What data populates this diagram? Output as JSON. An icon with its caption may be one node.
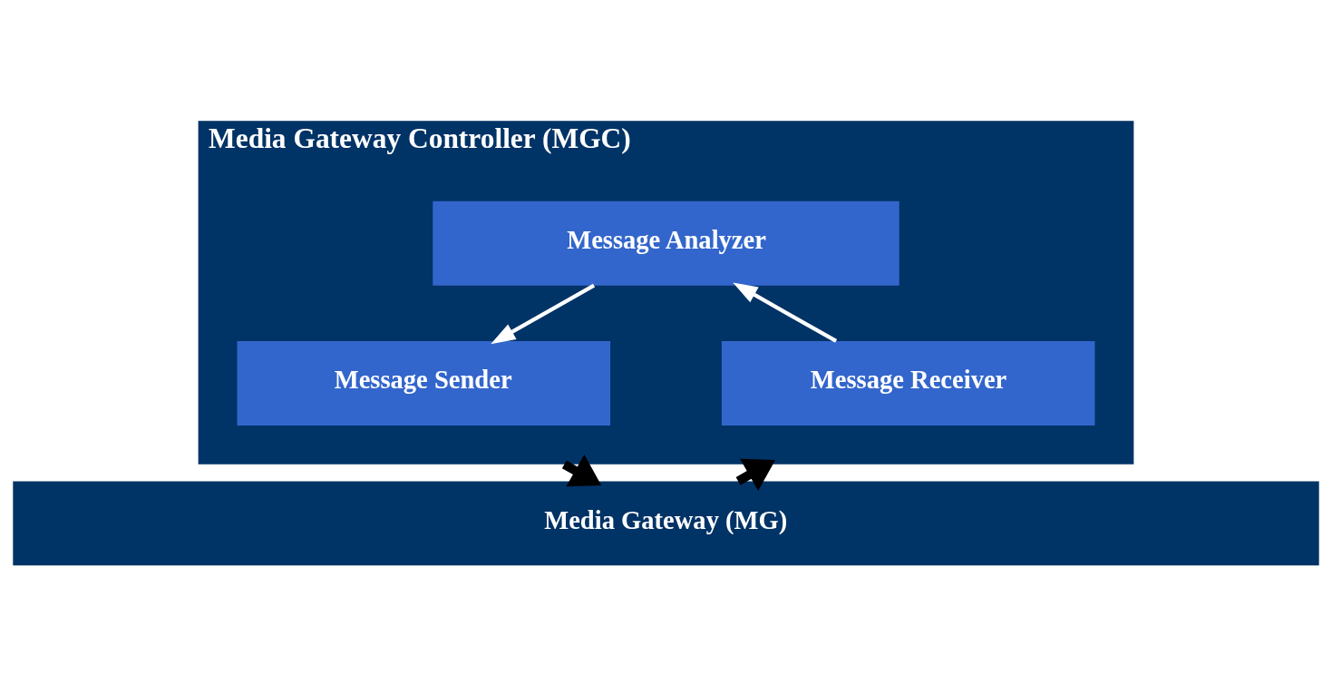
{
  "diagram": {
    "nodes": [
      {
        "text": [
          "Media Gateway Controller (MGC)"
        ]
      },
      {
        "text": [
          "Message Analyzer"
        ],
        "in": 0
      },
      {
        "text": [
          "Message Sender"
        ],
        "in": 0
      },
      {
        "text": [
          "Message Receiver"
        ],
        "in": 0
      },
      {
        "text": [
          "Media Gateway (MG)"
        ]
      }
    ],
    "edges": [
      {
        "from": 1,
        "to": 2,
        "arrow": "to",
        "color": "#ffffff"
      },
      {
        "from": 3,
        "to": 1,
        "arrow": "to",
        "color": "#ffffff"
      },
      {
        "from": 0,
        "to": 4,
        "arrow": "to",
        "style": "thick",
        "color": "#000000"
      },
      {
        "from": 4,
        "to": 0,
        "arrow": "to",
        "style": "thick",
        "color": "#000000"
      }
    ]
  }
}
